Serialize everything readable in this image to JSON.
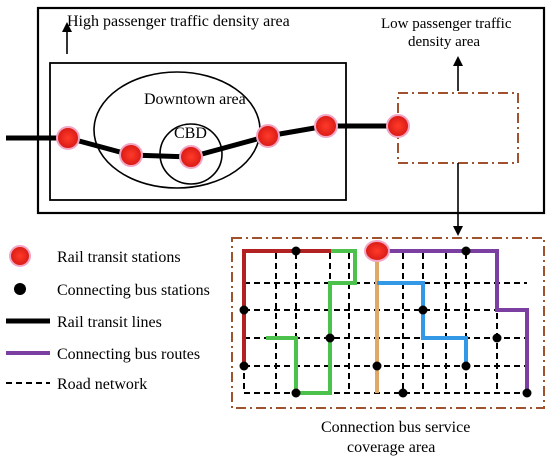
{
  "labels": {
    "high_density": "High passenger traffic density area",
    "low_density_line1": "Low passenger traffic",
    "low_density_line2": "density area",
    "downtown": "Downtown area",
    "cbd": "CBD",
    "coverage_line1": "Connection bus service",
    "coverage_line2": "coverage area"
  },
  "legend": [
    {
      "label": "Rail transit stations",
      "symbol": "rail-station"
    },
    {
      "label": "Connecting bus stations",
      "symbol": "bus-station"
    },
    {
      "label": "Rail transit lines",
      "symbol": "rail-line"
    },
    {
      "label": "Connecting bus routes",
      "symbol": "bus-route"
    },
    {
      "label": "Road network",
      "symbol": "road"
    }
  ],
  "colors": {
    "rail_station": "#e3201b",
    "rail_station_halo": "#f2a6c6",
    "rail_line": "#000000",
    "zone_border_brown": "#a0522d",
    "route_red": "#b22222",
    "route_green": "#4cc24c",
    "route_tan": "#e0a866",
    "route_blue": "#3399e6",
    "route_purple": "#7a3fa0",
    "route_halo": "#bff0ef"
  }
}
